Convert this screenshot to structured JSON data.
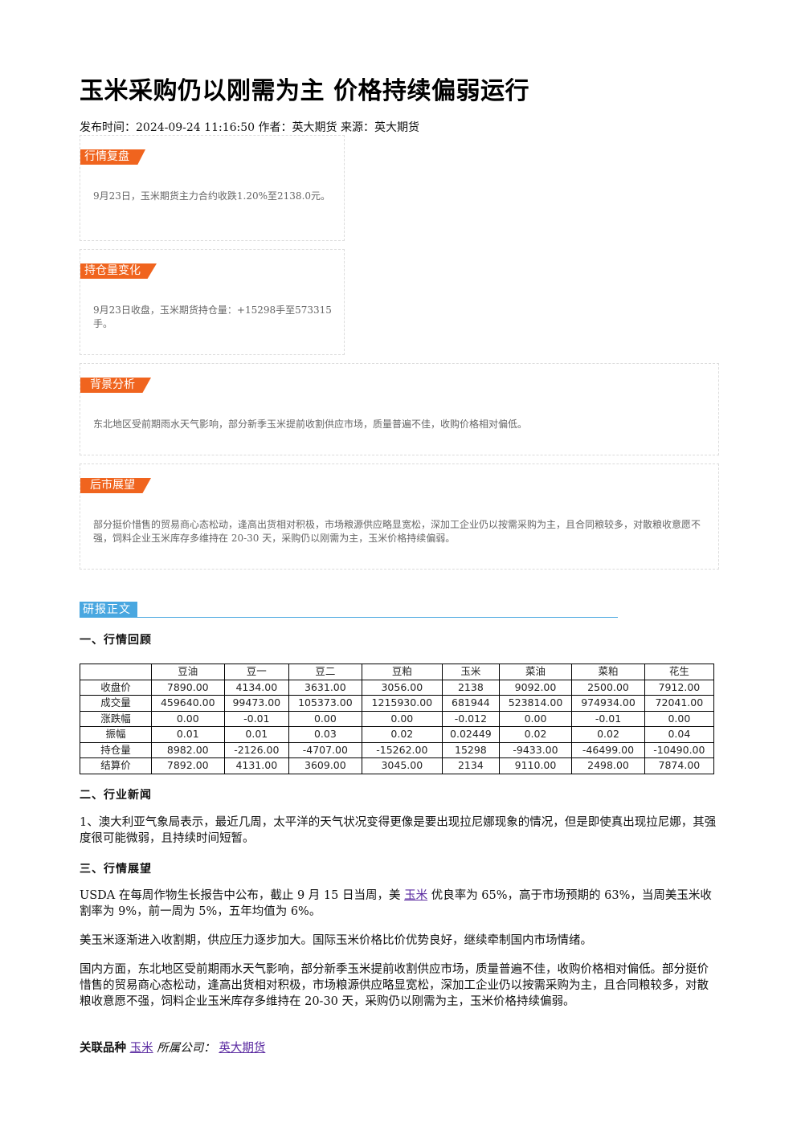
{
  "title": "玉米采购仍以刚需为主 价格持续偏弱运行",
  "meta": "发布时间：2024-09-24 11:16:50 作者：英大期货 来源：英大期货",
  "boxes": {
    "market": {
      "tag": "行情复盘",
      "text": "9月23日，玉米期货主力合约收跌1.20%至2138.0元。"
    },
    "position": {
      "tag": "持仓量变化",
      "text": "9月23日收盘，玉米期货持仓量：+15298手至573315手。"
    },
    "background": {
      "tag": "背景分析",
      "text": "东北地区受前期雨水天气影响，部分新季玉米提前收割供应市场，质量普遍不佳，收购价格相对偏低。"
    },
    "outlook": {
      "tag": "后市展望",
      "text": "部分挺价惜售的贸易商心态松动，逢高出货相对积极，市场粮源供应略显宽松，深加工企业仍以按需采购为主，且合同粮较多，对散粮收意愿不强，饲料企业玉米库存多维持在 20-30 天，采购仍以刚需为主，玉米价格持续偏弱。"
    }
  },
  "research_tag": "研报正文",
  "section1": "一、行情回顾",
  "table": {
    "headers": [
      "",
      "豆油",
      "豆一",
      "豆二",
      "豆粕",
      "玉米",
      "菜油",
      "菜粕",
      "花生"
    ],
    "rows": [
      [
        "收盘价",
        "7890.00",
        "4134.00",
        "3631.00",
        "3056.00",
        "2138",
        "9092.00",
        "2500.00",
        "7912.00"
      ],
      [
        "成交量",
        "459640.00",
        "99473.00",
        "105373.00",
        "1215930.00",
        "681944",
        "523814.00",
        "974934.00",
        "72041.00"
      ],
      [
        "涨跌幅",
        "0.00",
        "-0.01",
        "0.00",
        "0.00",
        "-0.012",
        "0.00",
        "-0.01",
        "0.00"
      ],
      [
        "振幅",
        "0.01",
        "0.01",
        "0.03",
        "0.02",
        "0.02449",
        "0.02",
        "0.02",
        "0.04"
      ],
      [
        "持仓量",
        "8982.00",
        "-2126.00",
        "-4707.00",
        "-15262.00",
        "15298",
        "-9433.00",
        "-46499.00",
        "-10490.00"
      ],
      [
        "结算价",
        "7892.00",
        "4131.00",
        "3609.00",
        "3045.00",
        "2134",
        "9110.00",
        "2498.00",
        "7874.00"
      ]
    ]
  },
  "section2": "二、行业新闻",
  "news1": "1、澳大利亚气象局表示，最近几周，太平洋的天气状况变得更像是要出现拉尼娜现象的情况，但是即使真出现拉尼娜，其强度很可能微弱，且持续时间短暂。",
  "section3": "三、行情展望",
  "outlook_para1": {
    "before": "USDA 在每周作物生长报告中公布，截止 9 月 15 日当周，美",
    "link": "玉米",
    "after": "优良率为 65%，高于市场预期的 63%，当周美玉米收割率为 9%，前一周为 5%，五年均值为 6%。"
  },
  "outlook_para2": "美玉米逐渐进入收割期，供应压力逐步加大。国际玉米价格比价优势良好，继续牵制国内市场情绪。",
  "outlook_para3": "国内方面，东北地区受前期雨水天气影响，部分新季玉米提前收割供应市场，质量普遍不佳，收购价格相对偏低。部分挺价惜售的贸易商心态松动，逢高出货相对积极，市场粮源供应略显宽松，深加工企业仍以按需采购为主，且合同粮较多，对散粮收意愿不强，饲料企业玉米库存多维持在 20-30 天，采购仍以刚需为主，玉米价格持续偏弱。",
  "related": {
    "label": "关联品种",
    "variety": "玉米",
    "company_label": "所属公司：",
    "company": "英大期货"
  }
}
